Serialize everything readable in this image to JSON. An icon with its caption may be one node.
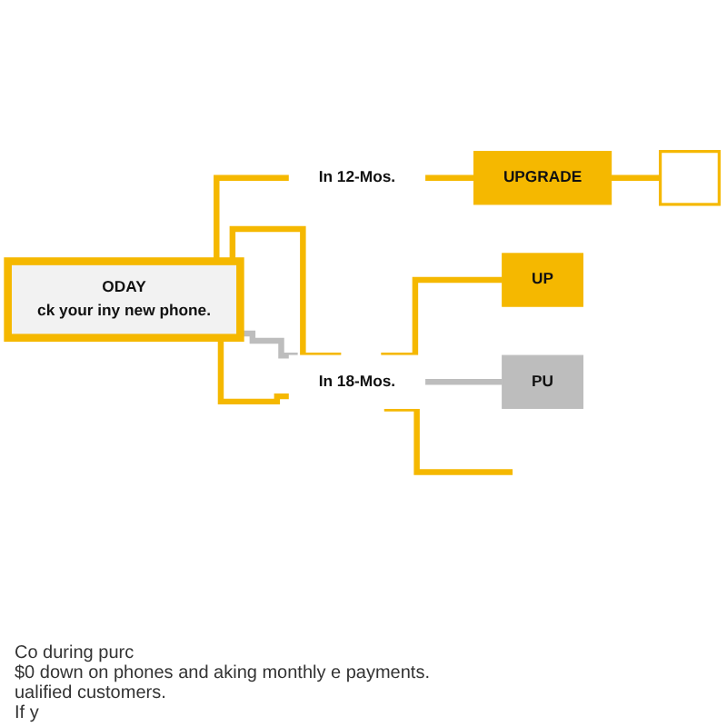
{
  "diagram": {
    "nodes": [
      {
        "text": [
          "ODAY",
          "ck your iny new phone."
        ]
      },
      {
        "text": [
          "In 12-Mos."
        ]
      },
      {
        "text": [
          "UPGRADE"
        ]
      },
      {
        "text": [],
        "shape": "box"
      },
      {
        "text": [
          "In 18-Mos."
        ]
      },
      {
        "text": [
          "UP"
        ]
      },
      {
        "text": [
          "PU"
        ]
      }
    ],
    "edges": [
      {
        "from": 0,
        "to": 1,
        "arrow": "none"
      },
      {
        "from": 1,
        "to": 2,
        "arrow": "none"
      },
      {
        "from": 2,
        "to": 3,
        "arrow": "none"
      },
      {
        "from": 0,
        "to": 4,
        "arrow": "none"
      },
      {
        "from": 0,
        "to": 4,
        "arrow": "none",
        "color": "#bdbdbd"
      },
      {
        "from": 0,
        "to": 4,
        "arrow": "none"
      },
      {
        "from": 4,
        "to": 5,
        "arrow": "none"
      },
      {
        "from": 4,
        "to": 6,
        "arrow": "none",
        "color": "#bdbdbd"
      },
      {
        "from": 4,
        "to": null,
        "arrow": "none"
      }
    ],
    "labels": [
      "Co during purc",
      "$0 down on phones and aking monthly e payments.",
      "ualified customers.",
      "If y"
    ]
  }
}
